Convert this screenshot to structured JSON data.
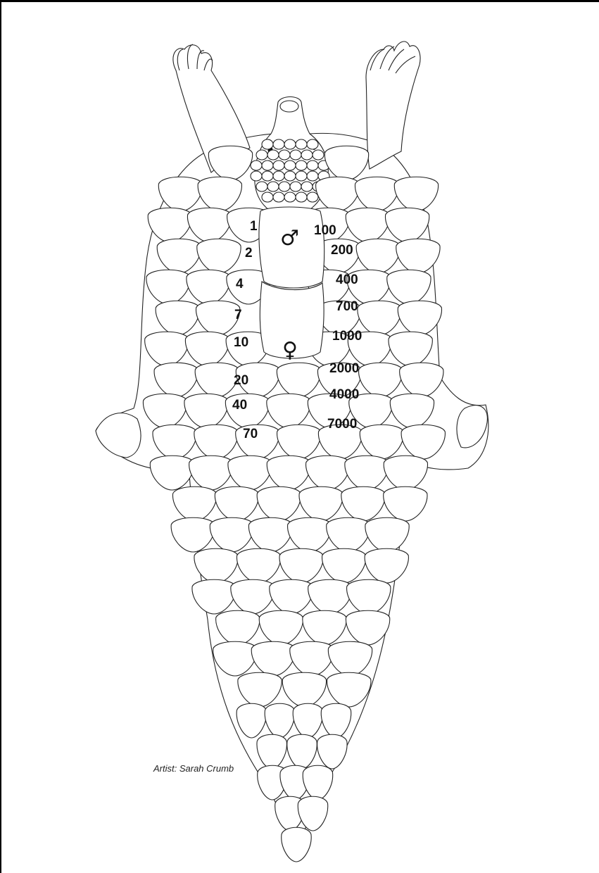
{
  "figure": {
    "left_labels": [
      "1",
      "2",
      "4",
      "7",
      "10",
      "20",
      "40",
      "70"
    ],
    "right_labels": [
      "100",
      "200",
      "400",
      "700",
      "1000",
      "2000",
      "4000",
      "7000"
    ],
    "male_symbol": "♂",
    "female_symbol": "♀",
    "credit": "Artist: Sarah Crumb"
  }
}
